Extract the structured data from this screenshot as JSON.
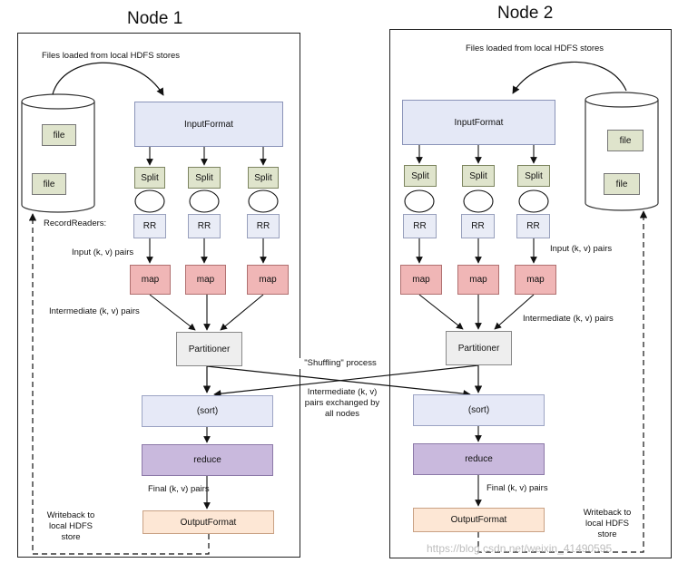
{
  "nodes": [
    {
      "title": "Node 1",
      "files_label": "Files loaded from local HDFS stores",
      "input_format": "InputFormat",
      "files": [
        "file",
        "file"
      ],
      "splits": [
        "Split",
        "Split",
        "Split"
      ],
      "record_readers": [
        "RR",
        "RR",
        "RR"
      ],
      "record_readers_label": "RecordReaders:",
      "input_pairs_label": "Input (k, v) pairs",
      "maps": [
        "map",
        "map",
        "map"
      ],
      "intermediate_label": "Intermediate (k, v) pairs",
      "partitioner": "Partitioner",
      "sort": "(sort)",
      "reduce": "reduce",
      "final_label": "Final (k, v) pairs",
      "output_format": "OutputFormat",
      "writeback_label": "Writeback to local HDFS store"
    },
    {
      "title": "Node 2",
      "files_label": "Files loaded from local HDFS stores",
      "input_format": "InputFormat",
      "files": [
        "file",
        "file"
      ],
      "splits": [
        "Split",
        "Split",
        "Split"
      ],
      "record_readers": [
        "RR",
        "RR",
        "RR"
      ],
      "input_pairs_label": "Input (k, v) pairs",
      "maps": [
        "map",
        "map",
        "map"
      ],
      "intermediate_label": "Intermediate (k, v) pairs",
      "partitioner": "Partitioner",
      "sort": "(sort)",
      "reduce": "reduce",
      "final_label": "Final (k, v) pairs",
      "output_format": "OutputFormat",
      "writeback_label": "Writeback to local HDFS store"
    }
  ],
  "shuffle": {
    "process_label": "\"Shuffling\" process",
    "exchange_label": "Intermediate (k, v) pairs exchanged by all nodes"
  },
  "watermark": "https://blog.csdn.net/weixin_41490595",
  "colors": {
    "input_format": "#e4e8f6",
    "split": "#dfe4cc",
    "record_reader": "#e9ecf6",
    "map": "#f0b6b6",
    "partitioner": "#eeeeee",
    "sort": "#e6e9f7",
    "reduce": "#c9b9dd",
    "output_format": "#fde7d5"
  }
}
